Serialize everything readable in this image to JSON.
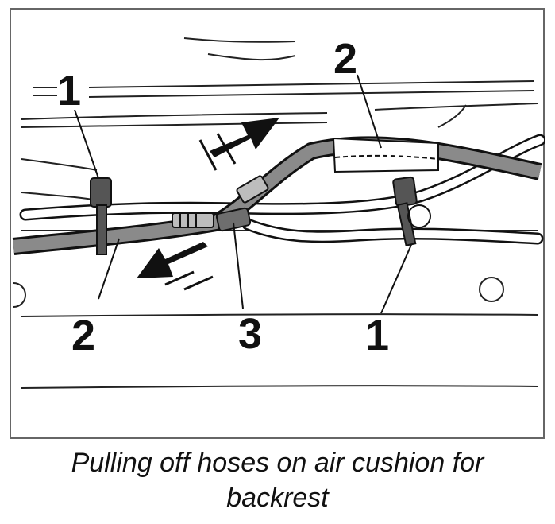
{
  "callouts": {
    "label_1_left": "1",
    "label_2_top": "2",
    "label_2_bottom": "2",
    "label_3": "3",
    "label_1_right": "1"
  },
  "caption": {
    "line1": "Pulling off hoses on air cushion for",
    "line2": "backrest"
  },
  "colors": {
    "outline": "#111111",
    "hose": "#8a8a8a",
    "tie": "#555555",
    "background": "#ffffff"
  }
}
